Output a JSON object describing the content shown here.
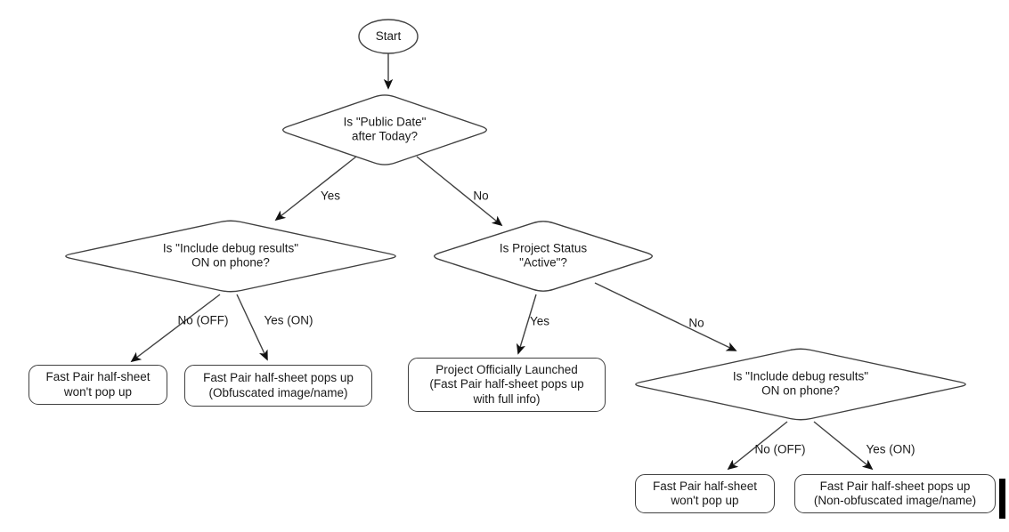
{
  "diagram": {
    "background_color": "#ffffff",
    "stroke_color": "#404040",
    "text_color": "#1a1a1a",
    "nodes": {
      "start": {
        "type": "terminator",
        "label": "Start"
      },
      "decision_public_date": {
        "type": "decision",
        "label": "Is \"Public Date\"\nafter Today?"
      },
      "decision_debug_left": {
        "type": "decision",
        "label": "Is \"Include debug results\"\nON on phone?"
      },
      "decision_project_status": {
        "type": "decision",
        "label": "Is Project Status\n\"Active\"?"
      },
      "decision_debug_right": {
        "type": "decision",
        "label": "Is \"Include debug results\"\nON on phone?"
      },
      "box_wont_pop_up_left": {
        "type": "process",
        "label": "Fast Pair half-sheet\nwon't pop up"
      },
      "box_obfuscated": {
        "type": "process",
        "label": "Fast Pair half-sheet pops up\n(Obfuscated image/name)"
      },
      "box_launched": {
        "type": "process",
        "label": "Project Officially Launched\n(Fast Pair half-sheet pops up\nwith full info)"
      },
      "box_wont_pop_up_right": {
        "type": "process",
        "label": "Fast Pair half-sheet\nwon't pop up"
      },
      "box_non_obfuscated": {
        "type": "process",
        "label": "Fast Pair half-sheet pops up\n(Non-obfuscated image/name)"
      }
    },
    "edge_labels": {
      "yes_1": "Yes",
      "no_1": "No",
      "no_off_left": "No (OFF)",
      "yes_on_left": "Yes (ON)",
      "yes_2": "Yes",
      "no_2": "No",
      "no_off_right": "No (OFF)",
      "yes_on_right": "Yes (ON)"
    }
  }
}
